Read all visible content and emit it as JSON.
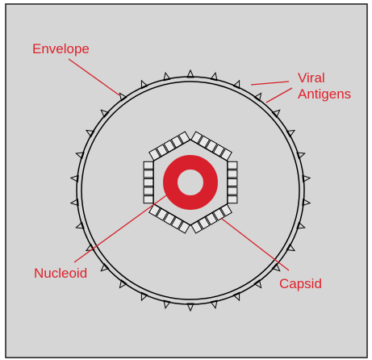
{
  "labels": {
    "envelope": "Envelope",
    "viral_line1": "Viral",
    "viral_line2": "Antigens",
    "nucleoid": "Nucleoid",
    "capsid": "Capsid"
  },
  "colors": {
    "background": "#d6d6d6",
    "frame": "#1a1a1a",
    "outline": "#000000",
    "label": "#e0202a",
    "leader": "#d42028",
    "nucleoid": "#d8202c",
    "capsomere": "#e8e8e8"
  },
  "antigen_count": 30
}
